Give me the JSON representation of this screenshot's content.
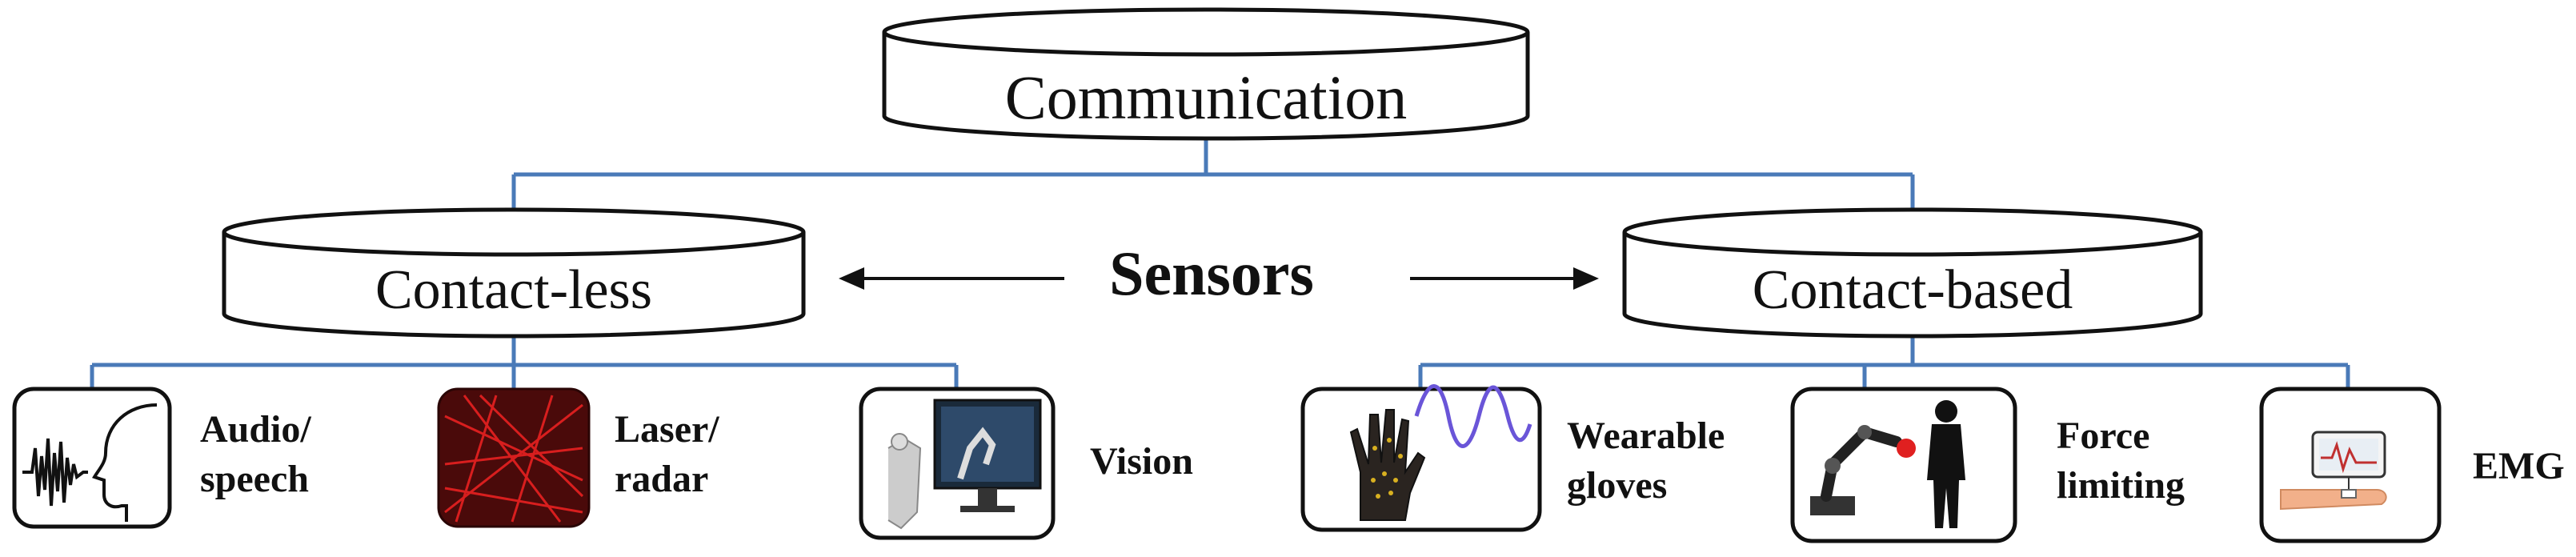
{
  "root": {
    "label": "Communication"
  },
  "center_label": "Sensors",
  "branches": {
    "left": {
      "label": "Contact-less",
      "leaves": [
        {
          "lines": [
            "Audio/",
            "speech"
          ],
          "icon": "audio-speech-icon"
        },
        {
          "lines": [
            "Laser/",
            "radar"
          ],
          "icon": "laser-radar-icon"
        },
        {
          "lines": [
            "Vision"
          ],
          "icon": "vision-icon"
        }
      ]
    },
    "right": {
      "label": "Contact-based",
      "leaves": [
        {
          "lines": [
            "Wearable",
            "gloves"
          ],
          "icon": "wearable-gloves-icon"
        },
        {
          "lines": [
            "Force",
            "limiting"
          ],
          "icon": "force-limiting-icon"
        },
        {
          "lines": [
            "EMG"
          ],
          "icon": "emg-icon"
        }
      ]
    }
  },
  "colors": {
    "connector": "#4a7ab8",
    "outline": "#111111",
    "laser_background": "#4a0a0a",
    "laser_beam": "#e02020",
    "glove_wave": "#6a55d8"
  }
}
